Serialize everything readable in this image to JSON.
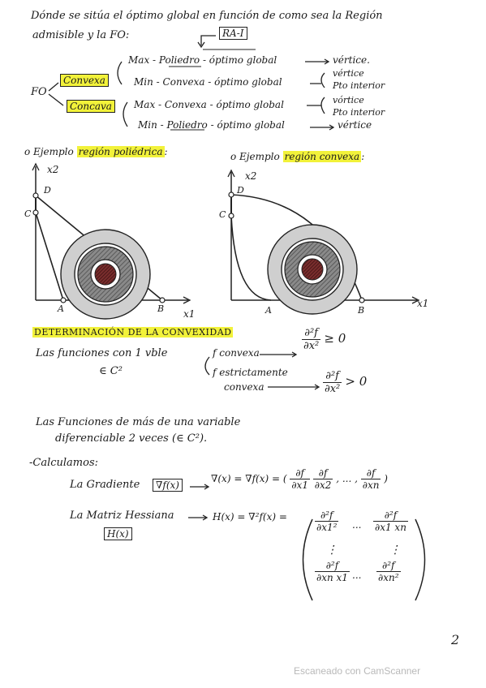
{
  "intro": {
    "line1": "Dónde se sitúa el óptimo global en función de como sea la Región",
    "line2_a": "admisible y la FO:",
    "ra_label": "RA-I"
  },
  "tree": {
    "fo": "FO",
    "convexa": "Convexa",
    "concava": "Concava",
    "rows": [
      {
        "text": "Max - Poliedro - óptimo global",
        "result": "vértice."
      },
      {
        "text": "Min - Convexa - óptimo global",
        "result_a": "vértice",
        "result_b": "Pto interior"
      },
      {
        "text": "Max - Convexa - óptimo global",
        "result_a": "vórtice",
        "result_b": "Pto interior"
      },
      {
        "text": "Min - Poliedro - óptimo global",
        "result": "vértice"
      }
    ]
  },
  "examples": {
    "left_a": "o Ejemplo",
    "left_b": "región poliédrica",
    "left_c": ":",
    "right_a": "o Ejemplo",
    "right_b": "región convexa",
    "right_c": ":",
    "x1": "x1",
    "x2": "x2",
    "points": {
      "a": "A",
      "b": "B",
      "c": "C",
      "d": "D"
    }
  },
  "convexity": {
    "heading": "DETERMINACIÓN DE LA CONVEXIDAD",
    "line_a": "Las funciones con 1 vble",
    "line_b": "∈ C²",
    "f_convexa": "f convexa",
    "f_estricta_1": "f estrictamente",
    "f_estricta_2": "convexa",
    "cond1_num": "∂²f",
    "cond1_den": "∂x²",
    "cond1_op": "≥ 0",
    "cond2_num": "∂²f",
    "cond2_den": "∂x²",
    "cond2_op": "> 0"
  },
  "multi": {
    "line1": "Las Funciones de más de una variable",
    "line2": "diferenciable 2 veces (∈ C²).",
    "calc": "-Calculamos:",
    "grad_label": "La Gradiente",
    "grad_box": "∇f(x)",
    "grad_def": "∇(x) = ∇f(x) = (",
    "g1n": "∂f",
    "g1d": "∂x1",
    "g2n": "∂f",
    "g2d": "∂x2",
    "gdots": ", ... ,",
    "g3n": "∂f",
    "g3d": "∂xn",
    "grad_close": ")",
    "hess_label": "La Matriz Hessiana",
    "hess_box": "H(x)",
    "hess_def": "H(x) = ∇²f(x) =",
    "h11n": "∂²f",
    "h11d": "∂x1²",
    "h1nn": "∂²f",
    "h1nd": "∂x1 xn",
    "hn1n": "∂²f",
    "hn1d": "∂xn x1",
    "hnnn": "∂²f",
    "hnnd": "∂xn²",
    "hdots": "...",
    "vdots": "⋮"
  },
  "page_number": "2",
  "footer": "Escaneado con CamScanner"
}
